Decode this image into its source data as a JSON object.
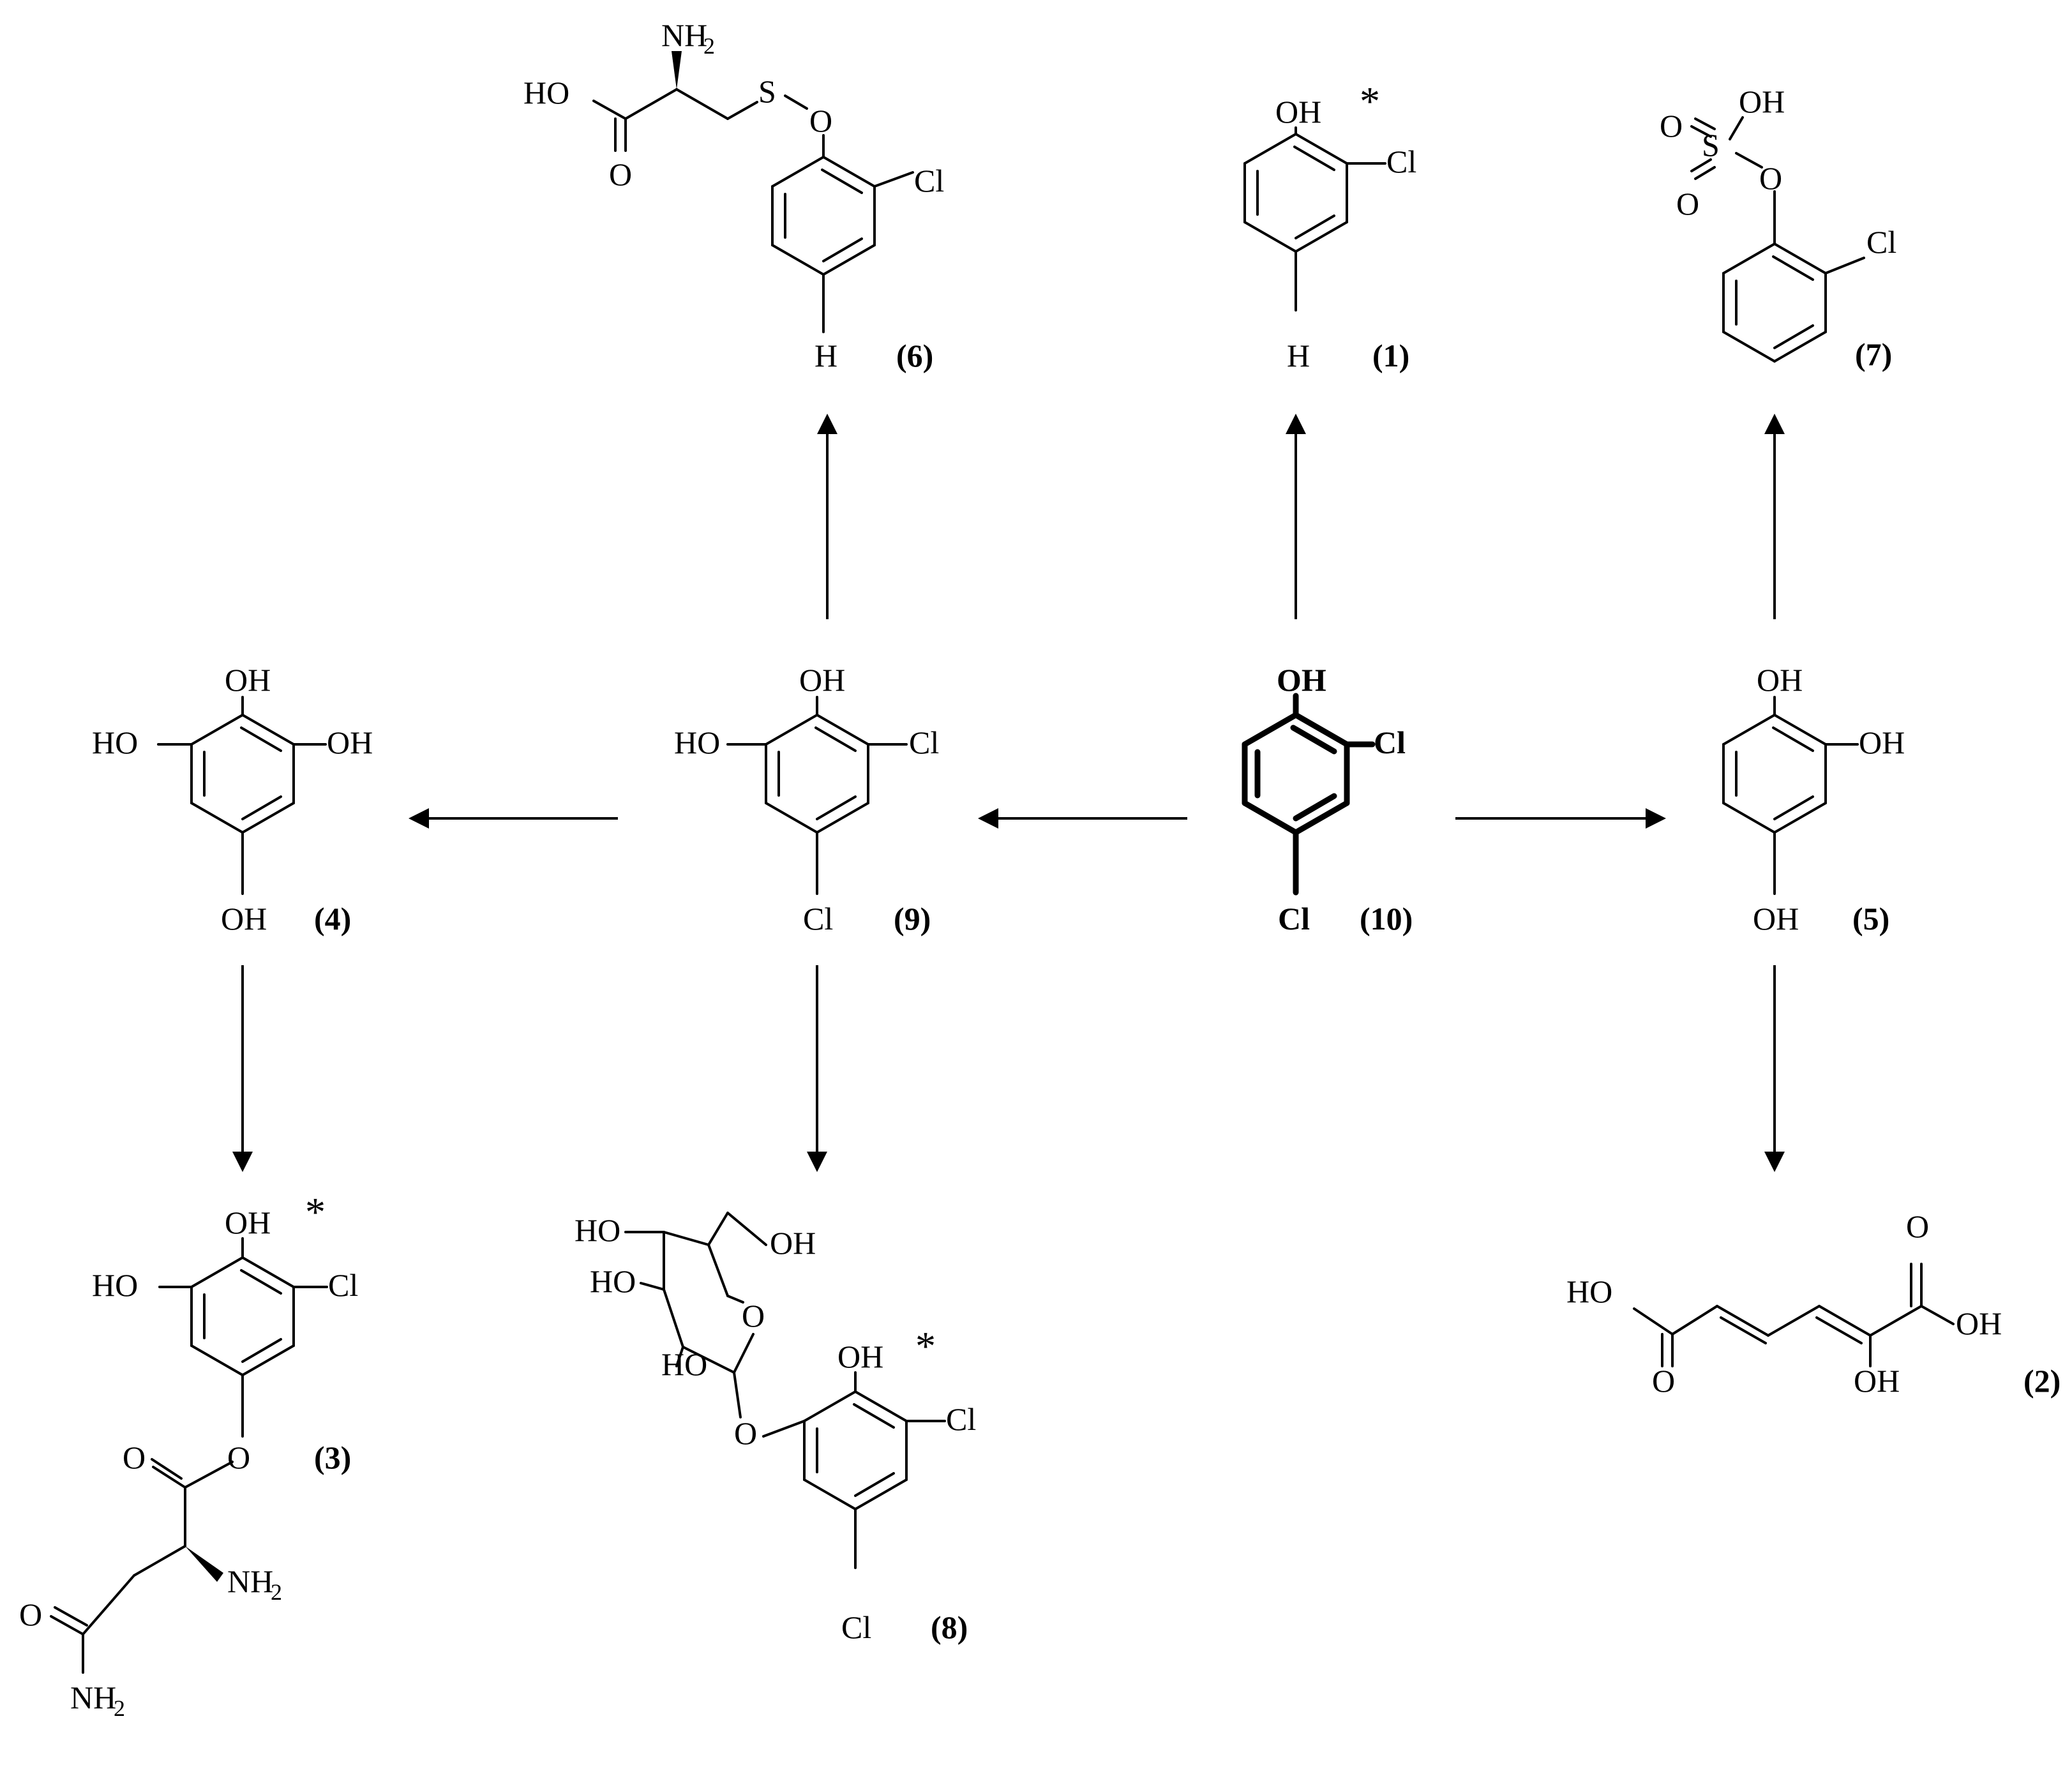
{
  "compounds": {
    "c1": {
      "label": "(1)",
      "star": "*",
      "oh": "OH",
      "cl": "Cl",
      "h": "H"
    },
    "c2": {
      "label": "(2)",
      "ho": "HO",
      "oh_acid": "OH",
      "oh_enol": "OH",
      "o1": "O",
      "o2": "O"
    },
    "c3": {
      "label": "(3)",
      "star": "*",
      "oh": "OH",
      "ho": "HO",
      "cl": "Cl",
      "o_ring": "O",
      "o_carbonyl": "O",
      "nh2": "NH",
      "sub2": "2",
      "o_amide": "O",
      "nh2_amide": "NH",
      "sub2b": "2"
    },
    "c4": {
      "label": "(4)",
      "oh_top": "OH",
      "ho_left": "HO",
      "oh_right": "OH",
      "oh_bottom": "OH"
    },
    "c5": {
      "label": "(5)",
      "oh_top": "OH",
      "oh_right": "OH",
      "oh_bottom": "OH"
    },
    "c6": {
      "label": "(6)",
      "nh2": "NH",
      "sub2": "2",
      "ho": "HO",
      "o_carbonyl": "O",
      "s": "S",
      "o_ether": "O",
      "cl": "Cl",
      "h": "H"
    },
    "c7": {
      "label": "(7)",
      "oh": "OH",
      "o1": "O",
      "s": "S",
      "o2": "O",
      "o_ester": "O",
      "cl": "Cl"
    },
    "c8": {
      "label": "(8)",
      "star": "*",
      "ho1": "HO",
      "oh_ch2": "OH",
      "ho2": "HO",
      "o_ring": "O",
      "ho3": "HO",
      "o_link": "O",
      "oh": "OH",
      "cl_top": "Cl",
      "cl_bottom": "Cl"
    },
    "c9": {
      "label": "(9)",
      "oh": "OH",
      "ho": "HO",
      "cl_top": "Cl",
      "cl_bottom": "Cl"
    },
    "c10": {
      "label": "(10)",
      "oh": "OH",
      "cl_top": "Cl",
      "cl_bottom": "Cl"
    }
  }
}
